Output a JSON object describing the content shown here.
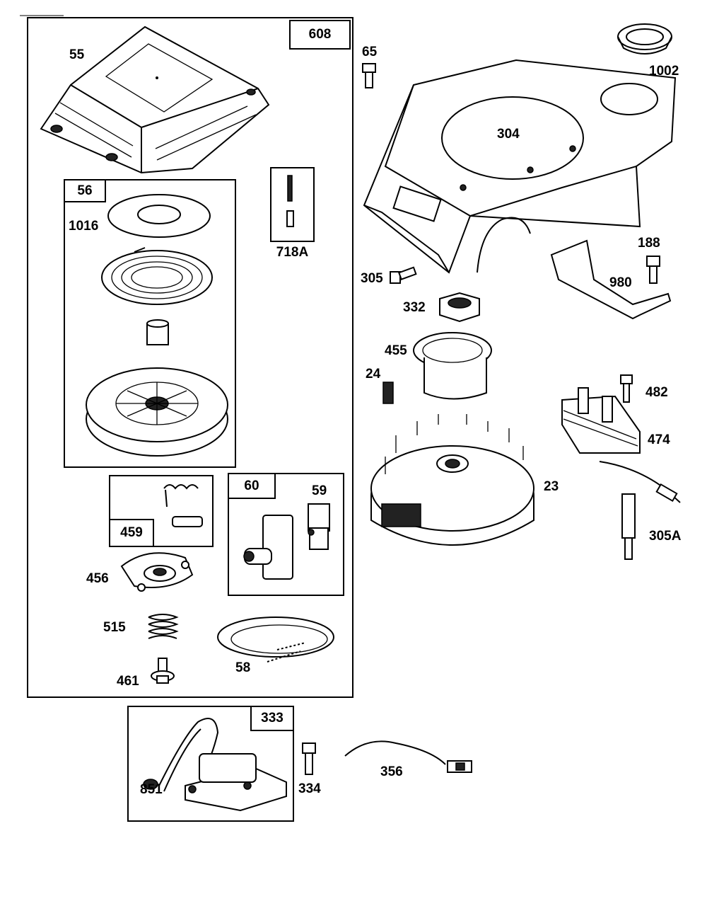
{
  "boxes": {
    "b608": "608",
    "b56": "56",
    "b718a": "718A",
    "b459": "459",
    "b60": "60",
    "b333": "333"
  },
  "labels": {
    "l55": "55",
    "l1016": "1016",
    "l456": "456",
    "l515": "515",
    "l461": "461",
    "l59": "59",
    "l58": "58",
    "l65": "65",
    "l1002": "1002",
    "l304": "304",
    "l305": "305",
    "l332": "332",
    "l188": "188",
    "l980": "980",
    "l455": "455",
    "l24": "24",
    "l482": "482",
    "l474": "474",
    "l23": "23",
    "l305a": "305A",
    "l851": "851",
    "l334": "334",
    "l356": "356"
  }
}
